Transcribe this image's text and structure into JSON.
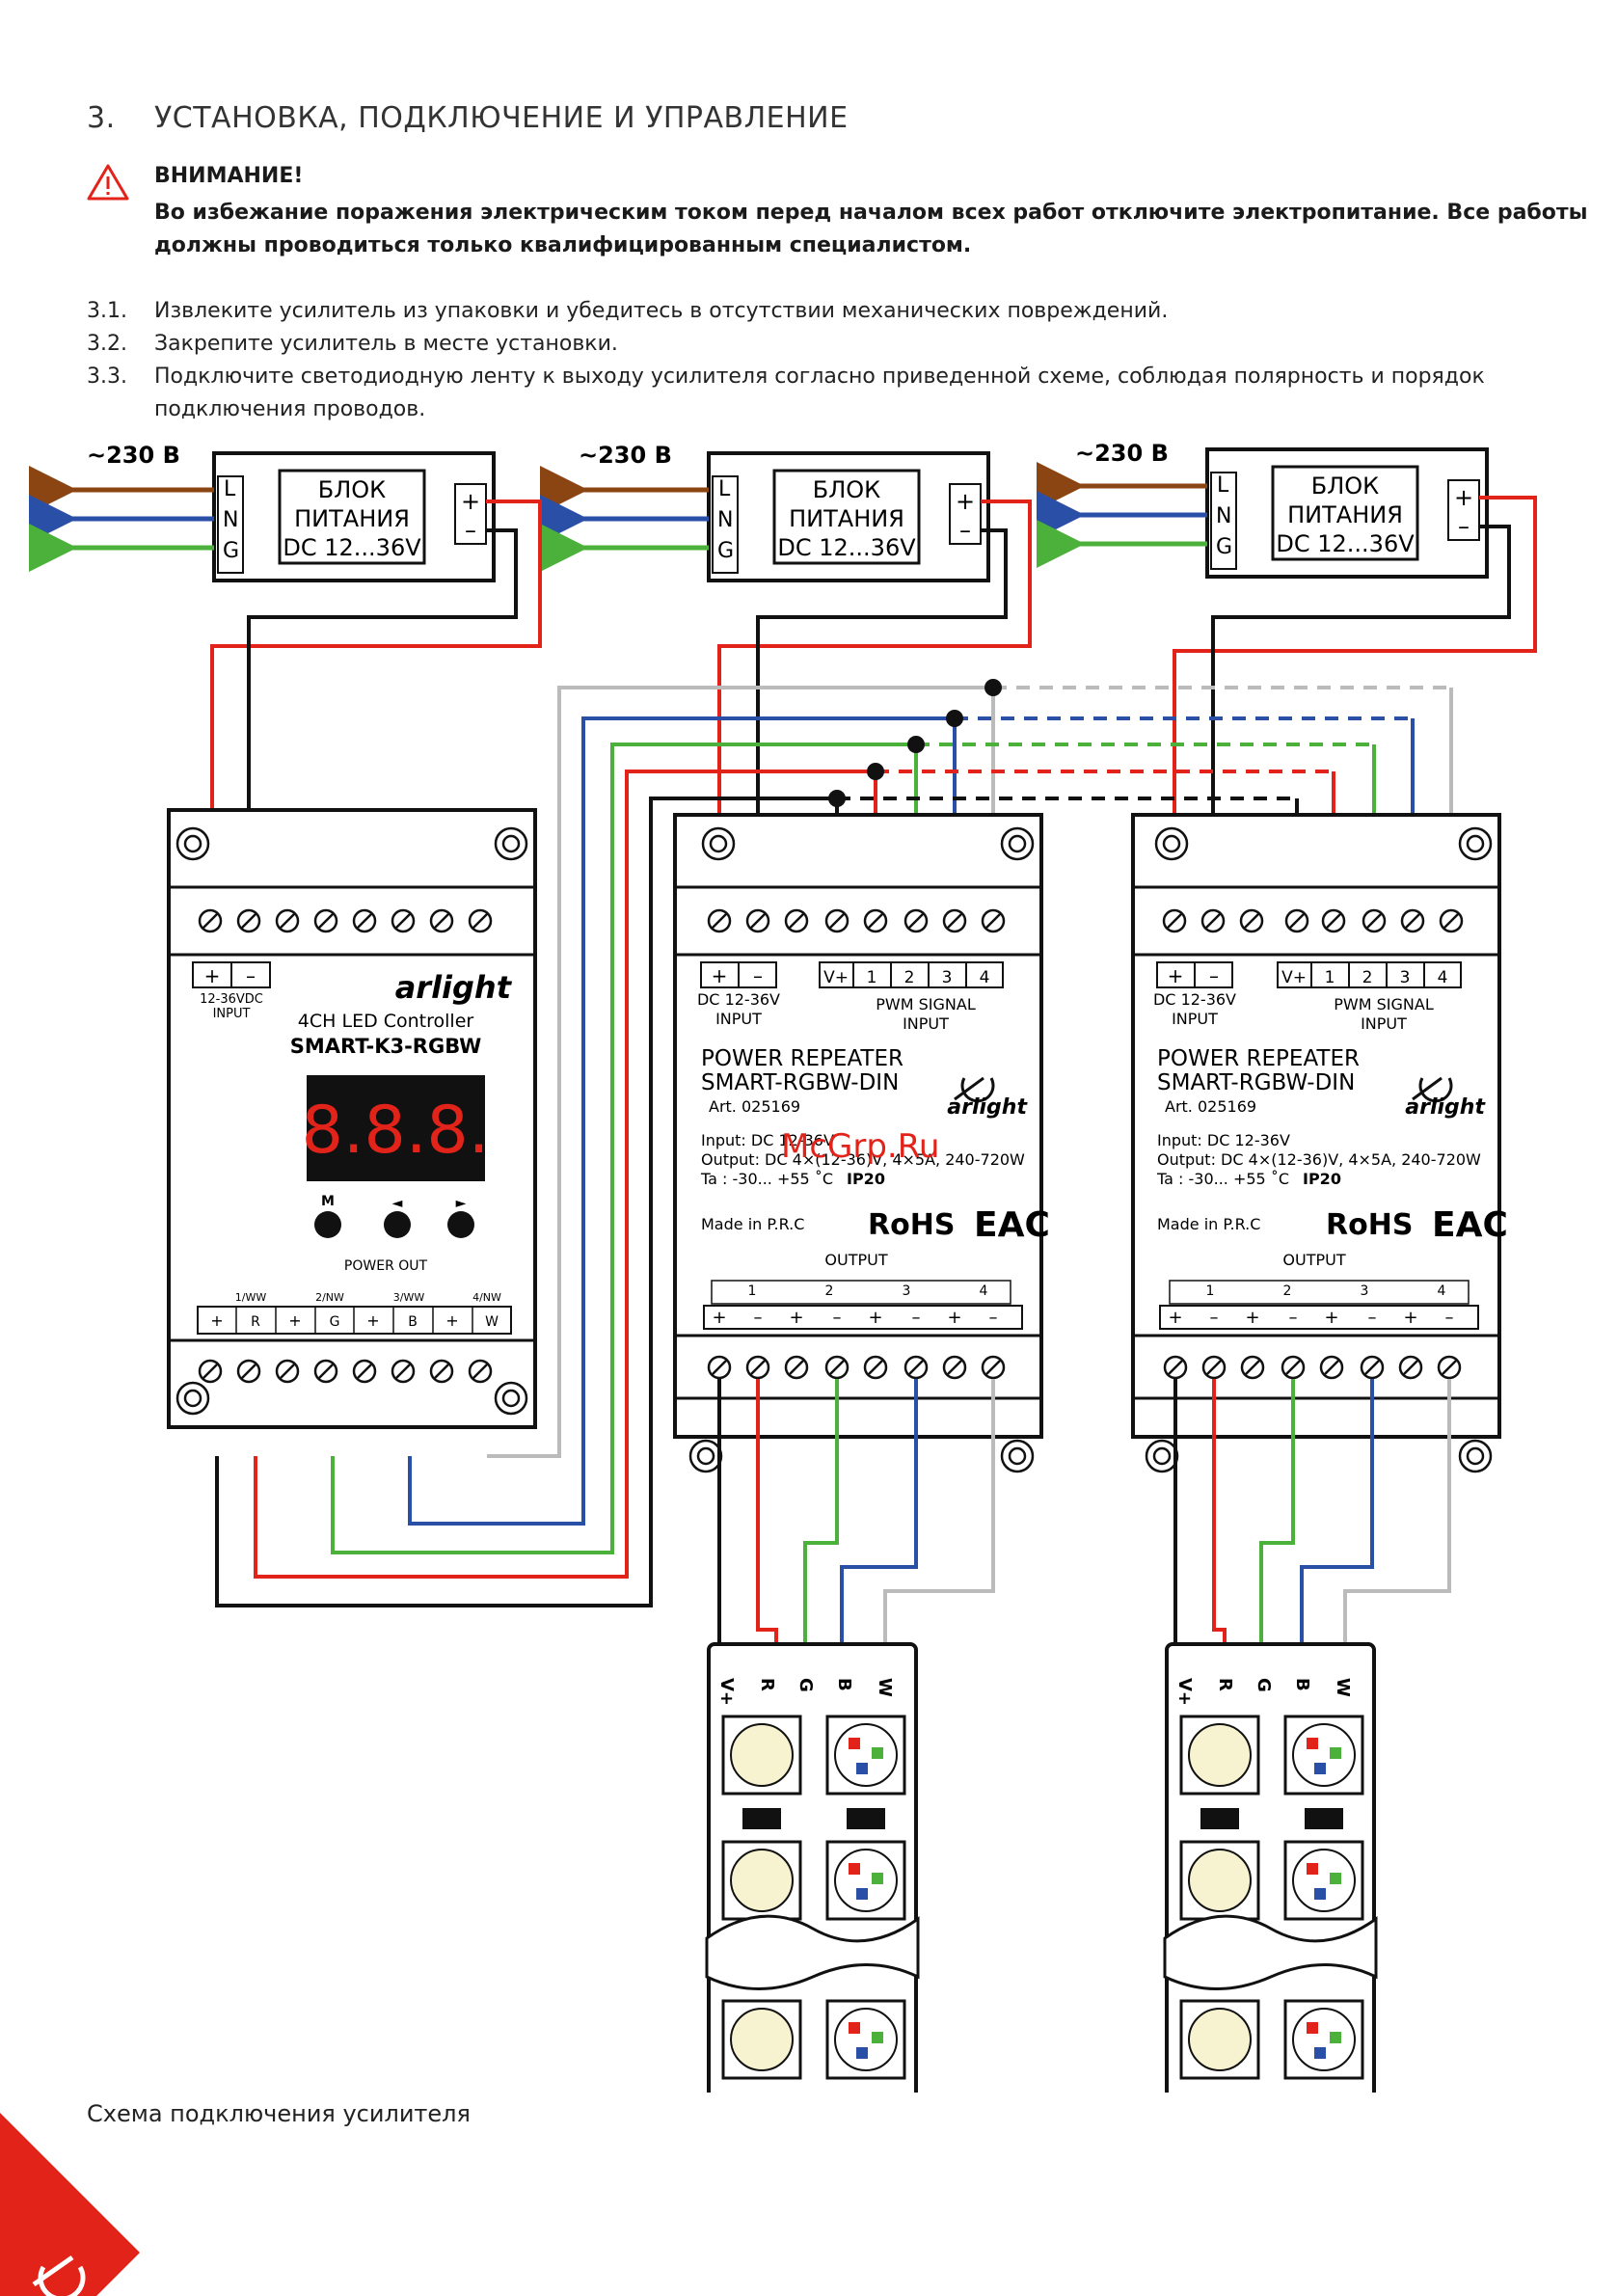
{
  "section": {
    "number": "3.",
    "title": "УСТАНОВКА, ПОДКЛЮЧЕНИЕ И УПРАВЛЕНИЕ"
  },
  "warning": {
    "title": "ВНИМАНИЕ!",
    "text": "Во избежание поражения электрическим током перед началом всех работ отключите электропитание. Все работы должны проводиться только квалифицированным специалистом."
  },
  "steps": [
    {
      "num": "3.1.",
      "text": "Извлеките усилитель из упаковки и убедитесь в отсутствии механических повреждений."
    },
    {
      "num": "3.2.",
      "text": "Закрепите усилитель в месте установки."
    },
    {
      "num": "3.3.",
      "text": "Подключите светодиодную ленту к выходу усилителя согласно приведенной схеме, соблюдая полярность и порядок подключения проводов."
    }
  ],
  "diagram": {
    "mains_label": "~230 В",
    "psu": {
      "line1": "БЛОК",
      "line2": "ПИТАНИЯ",
      "line3": "DC 12...36V",
      "terminals": [
        "L",
        "N",
        "G"
      ],
      "plus": "+",
      "minus": "–"
    },
    "controller": {
      "input_plus": "+",
      "input_minus": "–",
      "input_label1": "12-36VDC",
      "input_label2": "INPUT",
      "brand": "arlight",
      "model_line1": "4CH LED Controller",
      "model_line2": "SMART-K3-RGBW",
      "display": "8.8.8.",
      "buttons": [
        "M",
        "◄",
        "►"
      ],
      "power_out": "POWER OUT",
      "channels": [
        "1/WW",
        "2/NW",
        "3/WW",
        "4/NW"
      ],
      "out_terms": [
        "+",
        "R",
        "+",
        "G",
        "+",
        "B",
        "+",
        "W"
      ]
    },
    "repeater": {
      "dc_label1": "DC 12-36V",
      "dc_label2": "INPUT",
      "pwm_terms": [
        "V+",
        "1",
        "2",
        "3",
        "4"
      ],
      "pwm_label1": "PWM SIGNAL",
      "pwm_label2": "INPUT",
      "title1": "POWER REPEATER",
      "title2": "SMART-RGBW-DIN",
      "art": "Art. 025169",
      "brand": "arlight",
      "spec1": "Input: DC 12-36V",
      "spec2": "Output: DC 4×(12-36)V, 4×5A, 240-720W",
      "spec3": "Ta : -30... +55 ˚C",
      "ip": "IP20",
      "made": "Made in P.R.C",
      "rohs": "RoHS",
      "eac": "EAC",
      "output": "OUTPUT",
      "out_nums": [
        "1",
        "2",
        "3",
        "4"
      ]
    },
    "strip": {
      "pins": [
        "V+",
        "R",
        "G",
        "B",
        "W"
      ]
    },
    "watermark": "McGrp.Ru",
    "colors": {
      "brown": "#8b4513",
      "blue": "#2a4fa6",
      "green": "#4cb13a",
      "red": "#e2231a",
      "grey": "#bbbbbb",
      "black": "#111111"
    }
  },
  "caption": "Схема подключения усилителя"
}
